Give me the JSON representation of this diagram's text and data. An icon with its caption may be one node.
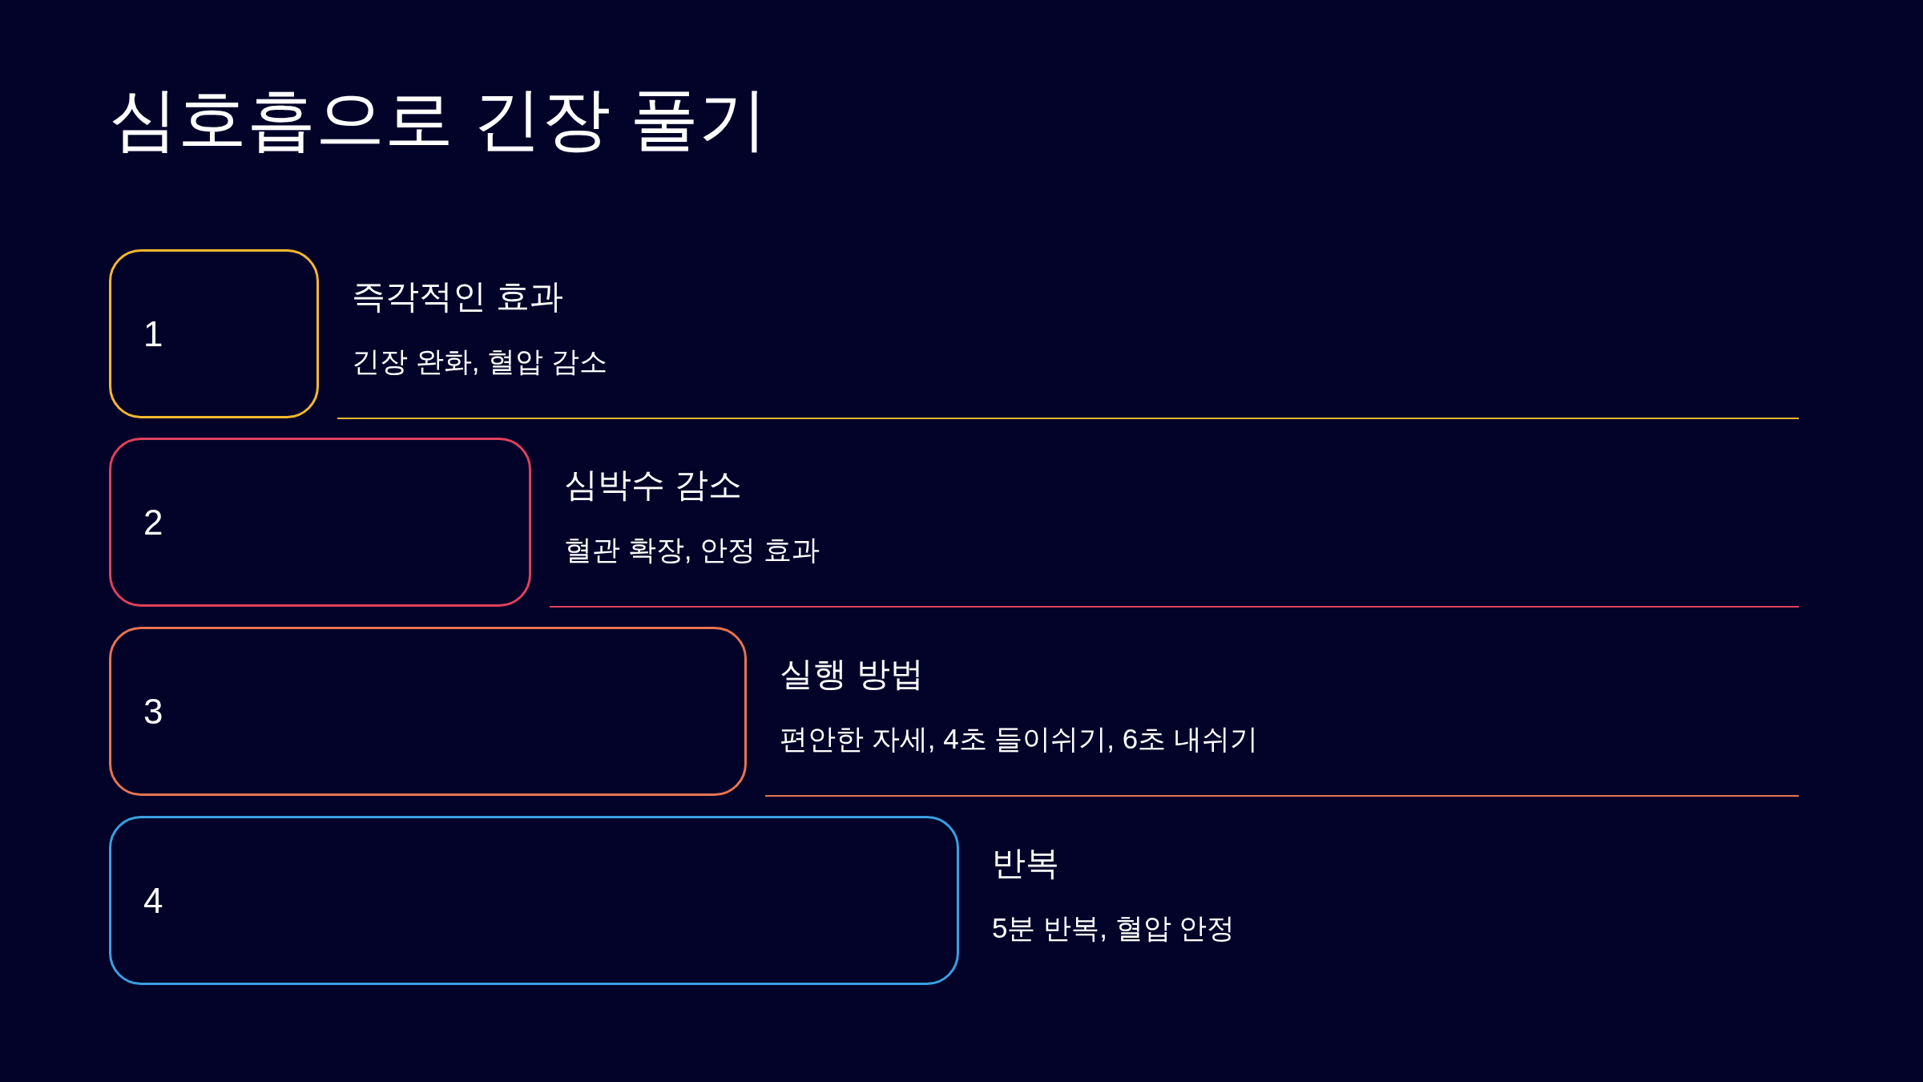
{
  "diagram": {
    "title": "심호흡으로 긴장 풀기",
    "nodes": [
      {
        "text": [
          "1"
        ],
        "beside": [
          "즉각적인 효과",
          "긴장 완화, 혈압 감소"
        ]
      },
      {
        "text": [
          "2"
        ],
        "beside": [
          "심박수 감소",
          "혈관 확장, 안정 효과"
        ]
      },
      {
        "text": [
          "3"
        ],
        "beside": [
          "실행 방법",
          "편안한 자세, 4초 들이쉬기, 6초 내쉬기"
        ]
      },
      {
        "text": [
          "4"
        ],
        "beside": [
          "반복",
          "5분 반복, 혈압 안정"
        ]
      }
    ]
  }
}
